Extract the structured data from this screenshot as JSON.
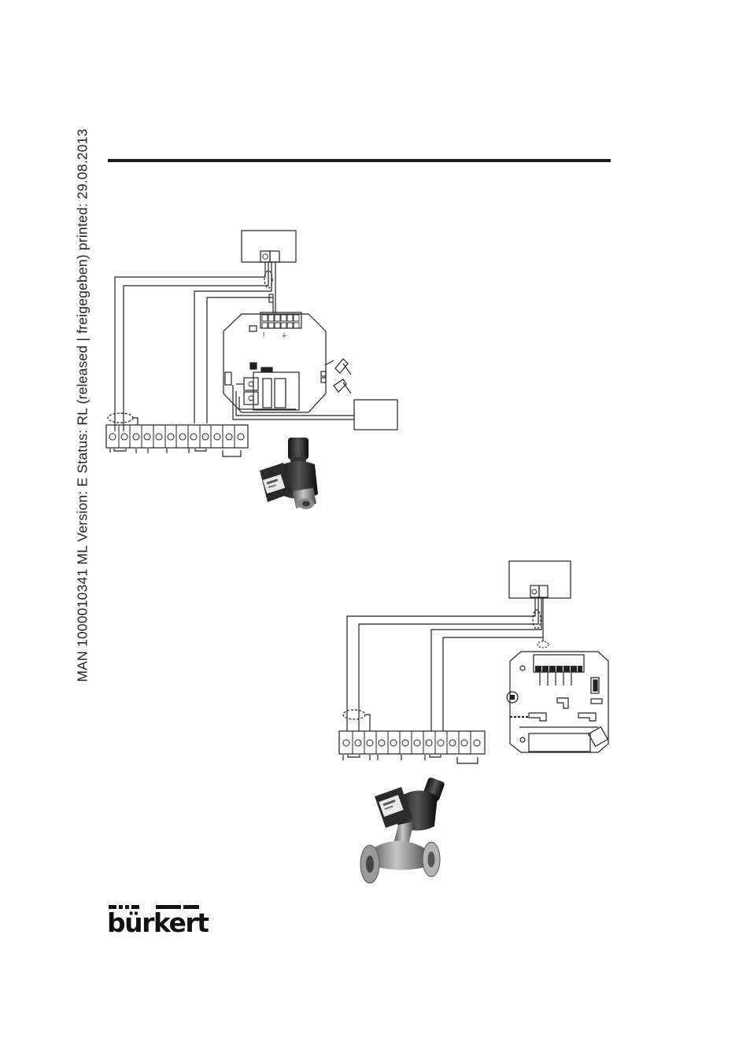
{
  "header": {
    "margin_text": "MAN  1000010341  ML  Version: E  Status: RL (released | freigegeben)  printed: 29.08.2013"
  },
  "brand": {
    "logo_text": "bürkert",
    "color": "#111111"
  },
  "figure_top": {
    "switch_label_left": "I",
    "ground_label": "⏚"
  }
}
